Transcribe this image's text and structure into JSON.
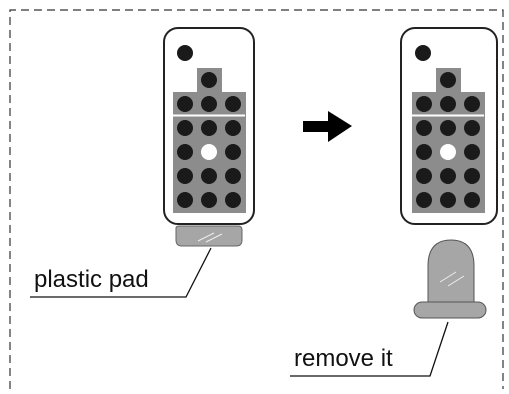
{
  "labels": {
    "plastic_pad": "plastic pad",
    "remove_it": "remove it"
  },
  "colors": {
    "border": "#333333",
    "key_fill": "#8c8c8c",
    "dot": "#1a1a1a",
    "highlight_dot": "#ffffff",
    "pad_fill": "#a6a6a6",
    "arrow": "#000000"
  },
  "remotes": [
    {
      "name": "before",
      "has_pad_attached": true
    },
    {
      "name": "after",
      "has_pad_attached": false
    }
  ],
  "button_grid": {
    "rows": [
      [
        0,
        1,
        0
      ],
      [
        1,
        1,
        1
      ],
      [
        1,
        1,
        1
      ],
      [
        1,
        2,
        1
      ],
      [
        1,
        1,
        1
      ],
      [
        1,
        1,
        1
      ]
    ],
    "legend": "1 = black button, 2 = white button, 0 = empty"
  }
}
